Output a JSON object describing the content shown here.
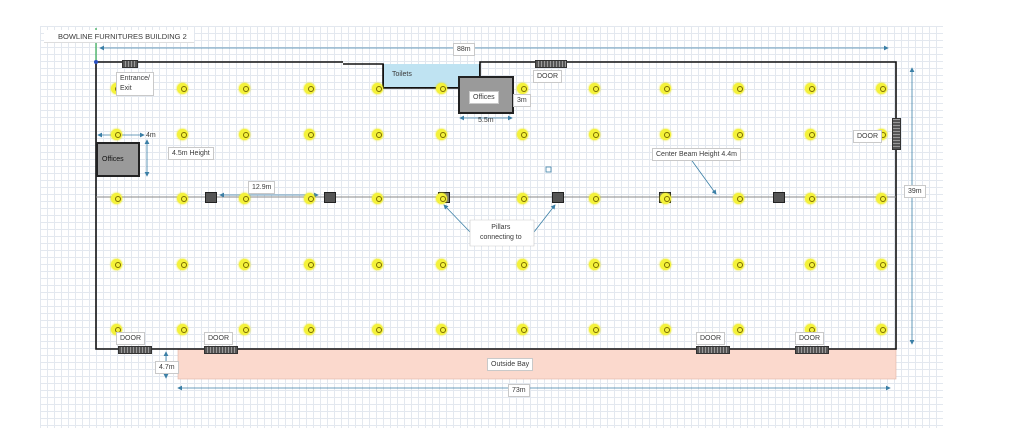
{
  "title": "BOWLINE FURNITURES BUILDING 2",
  "labels": {
    "width_top": "88m",
    "entrance": "Entrance/\nExit",
    "toilets": "Toilets",
    "door": "DOOR",
    "offices": "Offices",
    "dim_3m": "3m",
    "dim_55": "5.5m",
    "dim_4m": "4m",
    "height_45": "4.5m Height",
    "beam": "Center Beam Height 4.4m",
    "dim_129": "12.9m",
    "pillars": "Pillars\nconnecting to",
    "height_39": "39m",
    "outside_bay": "Outside Bay",
    "dim_47": "4.7m",
    "width_bottom": "73m"
  },
  "colors": {
    "light_yellow": "#f4f23a",
    "arrow_blue": "#3b7fa6",
    "toilets_blue": "#bfe3f2",
    "bay_peach": "#fbd9cd",
    "outline": "#111111"
  }
}
